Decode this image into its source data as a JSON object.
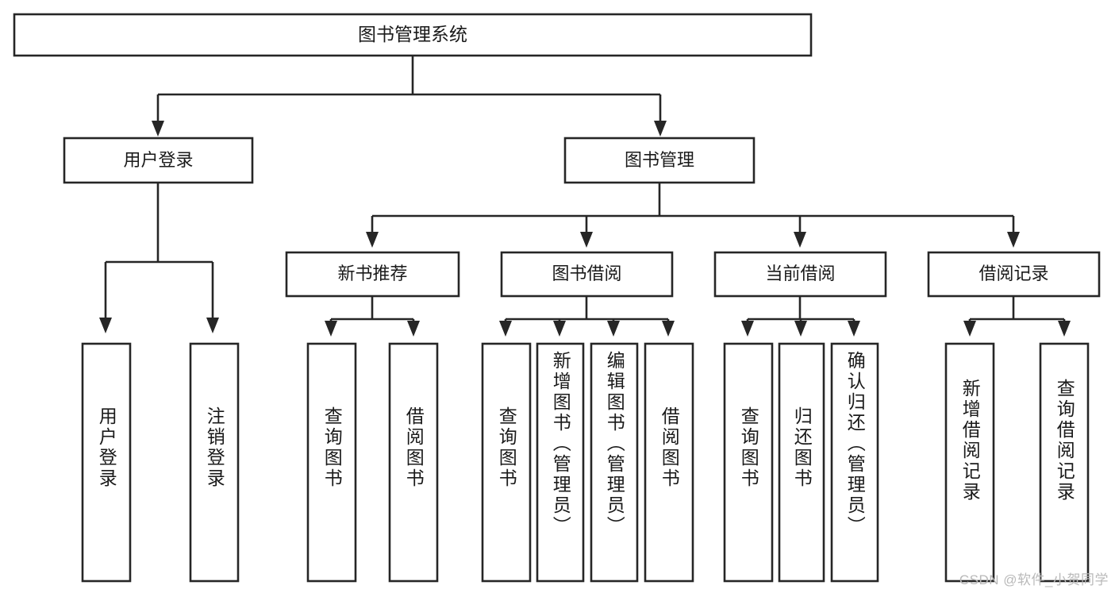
{
  "diagram": {
    "type": "tree",
    "title": "图书管理系统",
    "background_color": "#ffffff",
    "line_color": "#262626",
    "text_color": "#1a1a1a",
    "root": {
      "id": "root",
      "label": "图书管理系统",
      "orientation": "horizontal"
    },
    "level2": [
      {
        "id": "user-login",
        "label": "用户登录",
        "orientation": "horizontal"
      },
      {
        "id": "book-management",
        "label": "图书管理",
        "orientation": "horizontal"
      }
    ],
    "level3": [
      {
        "id": "new-book-recommend",
        "label": "新书推荐",
        "parent": "book-management",
        "orientation": "horizontal"
      },
      {
        "id": "book-borrow",
        "label": "图书借阅",
        "parent": "book-management",
        "orientation": "horizontal"
      },
      {
        "id": "current-borrow",
        "label": "当前借阅",
        "parent": "book-management",
        "orientation": "horizontal"
      },
      {
        "id": "borrow-record",
        "label": "借阅记录",
        "parent": "book-management",
        "orientation": "horizontal"
      }
    ],
    "leaves": [
      {
        "id": "leaf-user-login",
        "label": "用户登录",
        "parent": "user-login",
        "orientation": "vertical"
      },
      {
        "id": "leaf-user-logout",
        "label": "注销登录",
        "parent": "user-login",
        "orientation": "vertical"
      },
      {
        "id": "leaf-query-book-1",
        "label": "查询图书",
        "parent": "new-book-recommend",
        "orientation": "vertical"
      },
      {
        "id": "leaf-borrow-book-1",
        "label": "借阅图书",
        "parent": "new-book-recommend",
        "orientation": "vertical"
      },
      {
        "id": "leaf-query-book-2",
        "label": "查询图书",
        "parent": "book-borrow",
        "orientation": "vertical"
      },
      {
        "id": "leaf-add-book",
        "label": "新增图书（管理员）",
        "parent": "book-borrow",
        "orientation": "vertical"
      },
      {
        "id": "leaf-edit-book",
        "label": "编辑图书（管理员）",
        "parent": "book-borrow",
        "orientation": "vertical"
      },
      {
        "id": "leaf-borrow-book-2",
        "label": "借阅图书",
        "parent": "book-borrow",
        "orientation": "vertical"
      },
      {
        "id": "leaf-query-book-3",
        "label": "查询图书",
        "parent": "current-borrow",
        "orientation": "vertical"
      },
      {
        "id": "leaf-return-book",
        "label": "归还图书",
        "parent": "current-borrow",
        "orientation": "vertical"
      },
      {
        "id": "leaf-confirm-return",
        "label": "确认归还（管理员）",
        "parent": "current-borrow",
        "orientation": "vertical"
      },
      {
        "id": "leaf-add-record",
        "label": "新增借阅记录",
        "parent": "borrow-record",
        "orientation": "vertical"
      },
      {
        "id": "leaf-query-record",
        "label": "查询借阅记录",
        "parent": "borrow-record",
        "orientation": "vertical"
      }
    ]
  },
  "watermark": {
    "text": "CSDN @软件_小贺同学"
  }
}
